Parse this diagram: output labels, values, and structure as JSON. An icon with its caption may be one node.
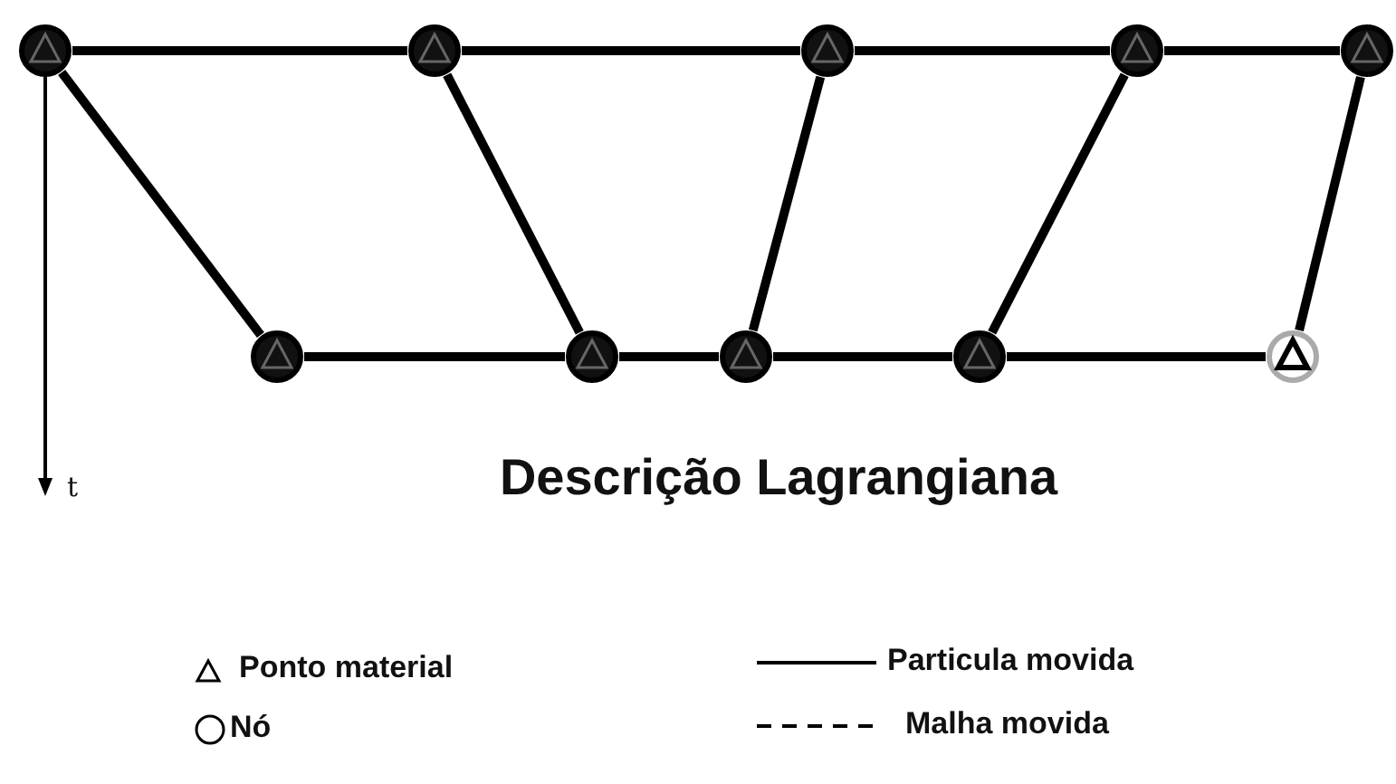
{
  "diagram": {
    "title": "Descrição Lagrangiana",
    "nodes": [
      {
        "text": [],
        "shape": "circle"
      },
      {
        "text": [],
        "shape": "circle"
      },
      {
        "text": [],
        "shape": "circle"
      },
      {
        "text": [],
        "shape": "circle"
      },
      {
        "text": [],
        "shape": "circle"
      },
      {
        "text": [],
        "shape": "circle"
      },
      {
        "text": [],
        "shape": "circle"
      },
      {
        "text": [],
        "shape": "circle"
      },
      {
        "text": [],
        "shape": "circle"
      },
      {
        "text": [],
        "shape": "circle"
      }
    ],
    "edges": [
      {
        "from": 0,
        "to": 1,
        "arrow": "none"
      },
      {
        "from": 1,
        "to": 2,
        "arrow": "none"
      },
      {
        "from": 2,
        "to": 3,
        "arrow": "none"
      },
      {
        "from": 3,
        "to": 4,
        "arrow": "none"
      },
      {
        "from": 0,
        "to": 5,
        "arrow": "none"
      },
      {
        "from": 1,
        "to": 6,
        "arrow": "none"
      },
      {
        "from": 2,
        "to": 7,
        "arrow": "none"
      },
      {
        "from": 3,
        "to": 8,
        "arrow": "none"
      },
      {
        "from": 4,
        "to": 9,
        "arrow": "none"
      },
      {
        "from": 5,
        "to": 6,
        "arrow": "none"
      },
      {
        "from": 6,
        "to": 7,
        "arrow": "none"
      },
      {
        "from": 7,
        "to": 8,
        "arrow": "none"
      },
      {
        "from": 8,
        "to": 9,
        "arrow": "none"
      }
    ],
    "labels": [
      "t"
    ],
    "legend": [
      {
        "text": "Ponto material"
      },
      {
        "text": "Nó"
      },
      {
        "text": "Particula movida"
      },
      {
        "text": "Malha movida"
      }
    ]
  }
}
